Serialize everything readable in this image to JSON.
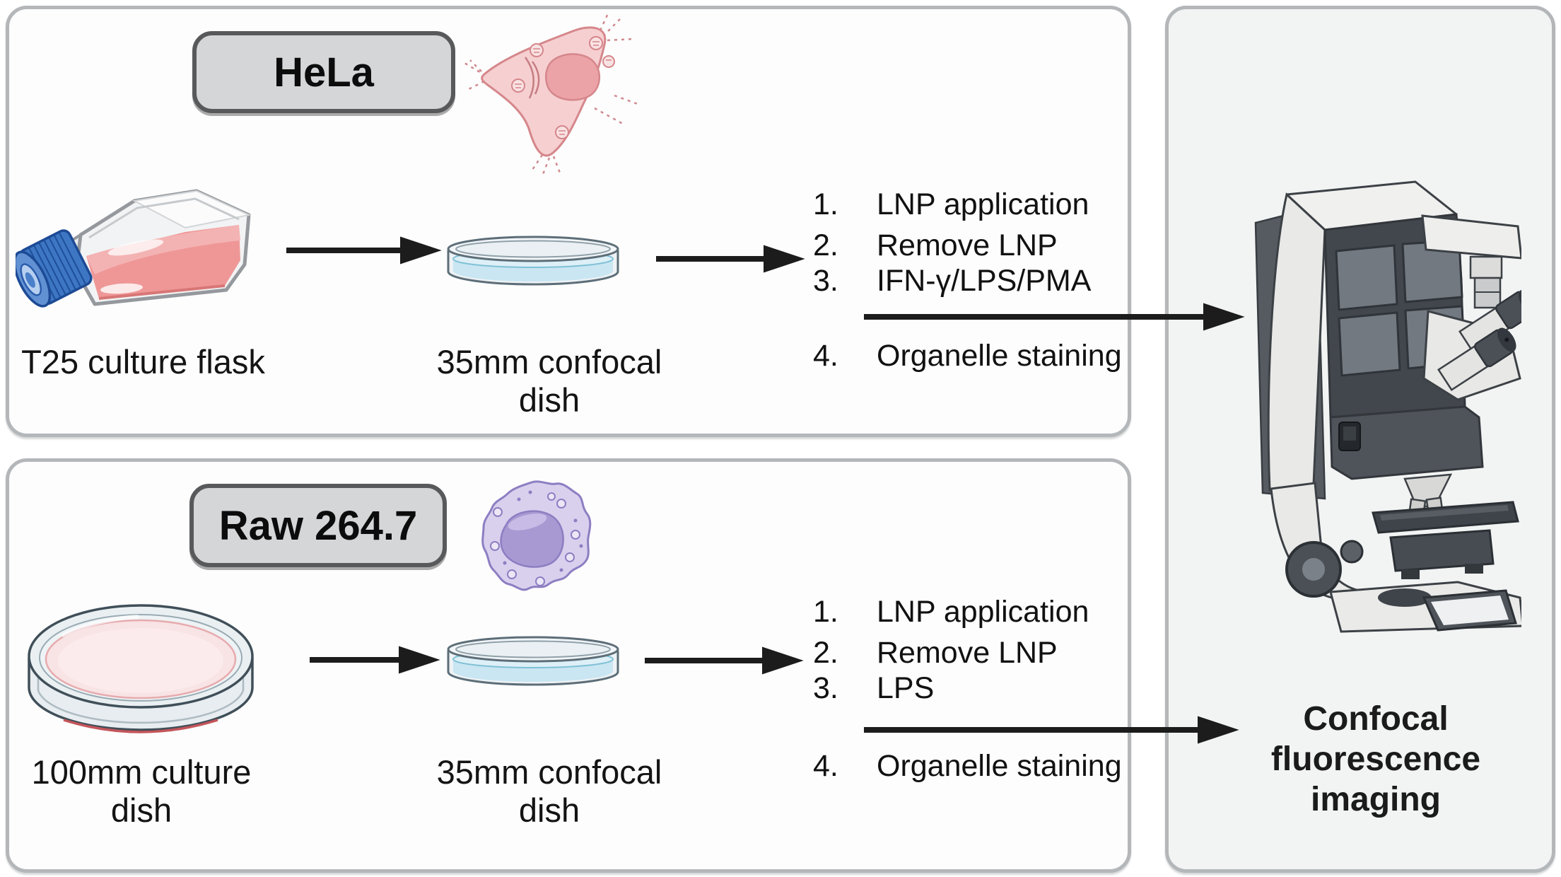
{
  "panels": {
    "hela": {
      "badge": "HeLa",
      "flask_label": "T25 culture flask",
      "dish_label": "35mm confocal dish",
      "steps": [
        {
          "num": "1.",
          "text": "LNP application"
        },
        {
          "num": "2.",
          "text": "Remove LNP"
        },
        {
          "num": "3.",
          "text": "IFN-γ/LPS/PMA"
        },
        {
          "num": "4.",
          "text": "Organelle staining"
        }
      ]
    },
    "raw": {
      "badge": "Raw 264.7",
      "dish_large_label": "100mm culture dish",
      "dish_label": "35mm confocal dish",
      "steps": [
        {
          "num": "1.",
          "text": "LNP application"
        },
        {
          "num": "2.",
          "text": "Remove LNP"
        },
        {
          "num": "3.",
          "text": "LPS"
        },
        {
          "num": "4.",
          "text": "Organelle staining"
        }
      ]
    },
    "imaging": {
      "caption": "Confocal fluorescence imaging"
    }
  },
  "illustrations": [
    "t25-culture-flask-icon",
    "hela-cell-icon",
    "confocal-dish-icon",
    "100mm-culture-dish-icon",
    "raw-macrophage-cell-icon",
    "confocal-microscope-icon"
  ],
  "colors": {
    "arrow": "#1c1c1c",
    "panel_border": "#b4b7ba",
    "panel_bg": "#fdfdfd",
    "imaging_panel_bg": "#f2f3f3",
    "badge_bg": "#d4d6d8",
    "badge_border": "#58595b",
    "flask_cap_blue": "#3d77c4",
    "media_pink": "#ef9797",
    "dish_media_blue": "#c9e6f2",
    "dish100_media_pink": "#f8e3e5",
    "hela_cell_pink": "#f6cfd1",
    "raw_cell_purple": "#d9d0ee",
    "microscope_light": "#e9e9e7",
    "microscope_dark": "#4e545a"
  }
}
